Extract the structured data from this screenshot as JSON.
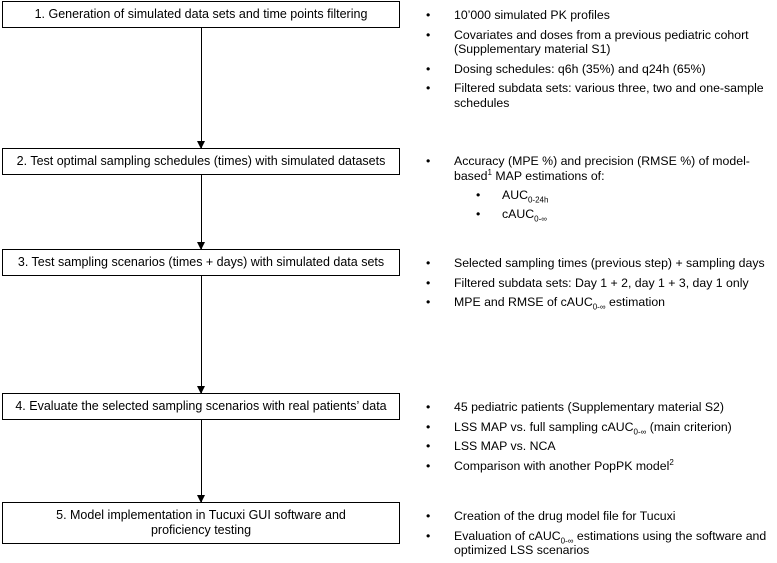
{
  "steps": [
    {
      "label": "1. Generation of simulated data sets and time points filtering"
    },
    {
      "label": "2. Test optimal sampling schedules (times) with simulated datasets"
    },
    {
      "label": "3. Test sampling scenarios (times + days) with simulated data sets"
    },
    {
      "label": "4. Evaluate the selected sampling scenarios with real patients’ data"
    },
    {
      "label": "5. Model implementation in Tucuxi GUI software and proficiency testing"
    }
  ],
  "details": {
    "step1": [
      "10’000 simulated PK profiles",
      "Covariates and doses from a previous pediatric cohort (Supplementary material S1)",
      "Dosing schedules: q6h (35%) and q24h (65%)",
      "Filtered subdata sets: various three, two and one-sample schedules"
    ],
    "step2": {
      "main": {
        "text": "Accuracy (MPE %) and precision (RMSE %) of model-based",
        "sup": "1",
        "tail": " MAP estimations of:"
      },
      "sub": [
        {
          "base": "AUC",
          "sub": "0-24h"
        },
        {
          "base": "cAUC",
          "sub": "0-∞"
        }
      ]
    },
    "step3": {
      "items": [
        {
          "text": "Selected sampling times (previous step) + sampling days"
        },
        {
          "text": "Filtered subdata sets: Day 1 + 2, day 1 + 3, day 1 only"
        }
      ],
      "last": {
        "pre": "MPE and RMSE of cAUC",
        "sub": "0-∞",
        "post": " estimation"
      }
    },
    "step4": {
      "i1": "45 pediatric patients (Supplementary material S2)",
      "i2": {
        "pre": "LSS MAP vs. full sampling cAUC",
        "sub": "0-∞",
        "post": " (main criterion)"
      },
      "i3": "LSS MAP vs. NCA",
      "i4": {
        "pre": "Comparison with another PopPK model",
        "sup": "2"
      }
    },
    "step5": {
      "i1": "Creation of the drug model file for Tucuxi",
      "i2": {
        "pre": "Evaluation of cAUC",
        "sub": "0-∞",
        "post": " estimations using the software and optimized LSS scenarios"
      }
    }
  }
}
